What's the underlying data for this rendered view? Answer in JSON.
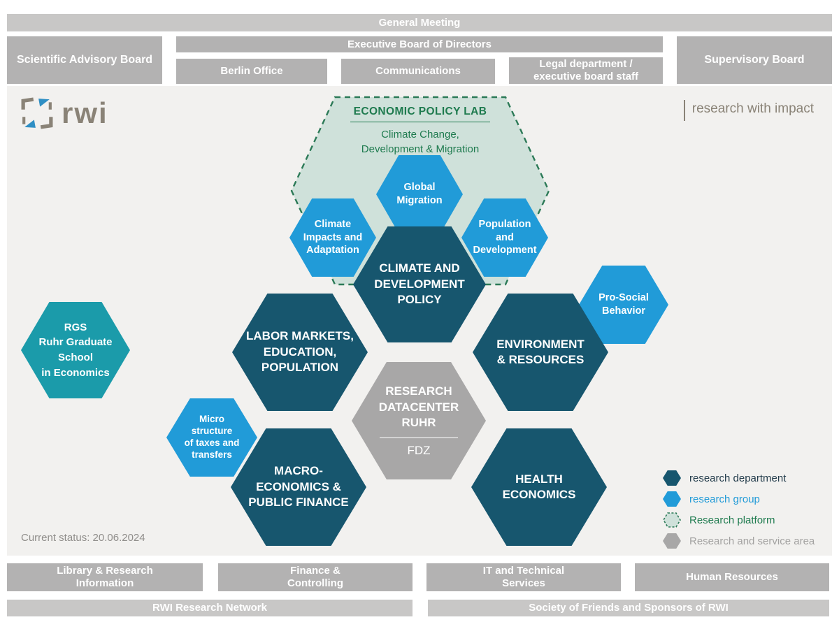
{
  "header": {
    "general_meeting": "General Meeting",
    "scientific_advisory_board": "Scientific Advisory Board",
    "executive_board": "Executive Board of Directors",
    "berlin_office": "Berlin Office",
    "communications": "Communications",
    "legal_department": "Legal department /\nexecutive board staff",
    "supervisory_board": "Supervisory Board"
  },
  "branding": {
    "logo_text": "rwi",
    "tagline": "research with impact"
  },
  "platform": {
    "title": "ECONOMIC POLICY LAB",
    "subtitle": "Climate Change,\nDevelopment & Migration"
  },
  "hexagons": {
    "climate_development_policy": "CLIMATE AND\nDEVELOPMENT\nPOLICY",
    "labor_markets": "LABOR MARKETS,\nEDUCATION,\nPOPULATION",
    "environment_resources": "ENVIRONMENT\n& RESOURCES",
    "macroeconomics_public_finance": "MACRO-\nECONOMICS &\nPUBLIC FINANCE",
    "health_economics": "HEALTH\nECONOMICS",
    "global_migration": "Global\nMigration",
    "climate_impacts_adaptation": "Climate\nImpacts and\nAdaptation",
    "population_development": "Population\nand\nDevelopment",
    "pro_social_behavior": "Pro-Social\nBehavior",
    "micro_structure_taxes": "Micro\nstructure\nof taxes and\ntransfers",
    "rgs": "RGS\nRuhr Graduate\nSchool\nin Economics",
    "fdz_title": "RESEARCH\nDATACENTER\nRUHR",
    "fdz_sub": "FDZ"
  },
  "legend": {
    "department": "research department",
    "group": "research group",
    "platform": "Research platform",
    "service": "Research and service area"
  },
  "footer": {
    "library": "Library & Research\nInformation",
    "finance": "Finance &\nControlling",
    "it": "IT and Technical\nServices",
    "hr": "Human Resources",
    "network": "RWI Research Network",
    "society": "Society of Friends and Sponsors of RWI",
    "status": "Current status: 20.06.2024"
  },
  "colors": {
    "research_department": "#17566e",
    "research_group": "#219bd8",
    "rgs_teal": "#1b9baa",
    "research_platform_fill": "#cfe1da",
    "research_platform_border": "#2c7a57",
    "platform_text_green": "#1f7b4f",
    "service_area_gray": "#a8a7a7",
    "org_bar_gray": "#b3b2b2",
    "org_bar_light_gray": "#c8c7c6",
    "panel_background": "#f2f1ef",
    "logo_gray": "#8a8377",
    "logo_blue": "#2f8fc4"
  }
}
